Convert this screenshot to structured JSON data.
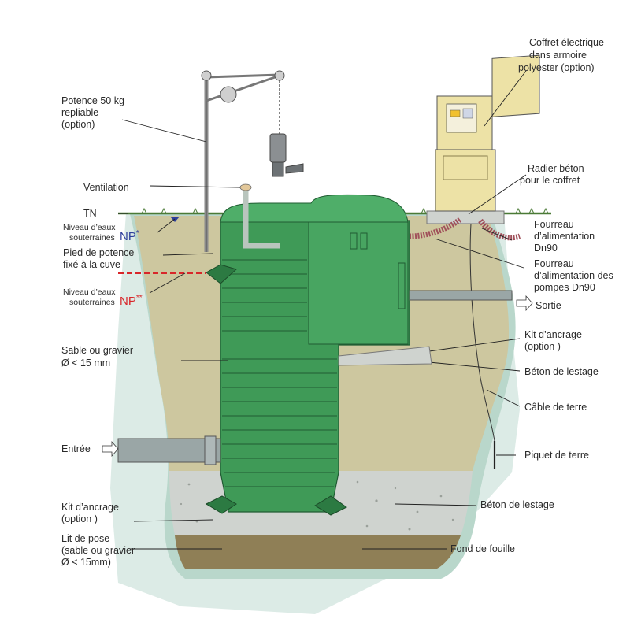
{
  "labels": {
    "coffret": [
      "Coffret électrique",
      "dans armoire",
      "polyester (option)"
    ],
    "potence": [
      "Potence 50 kg",
      "repliable",
      "(option)"
    ],
    "ventilation": "Ventilation",
    "radier": [
      "Radier béton",
      "pour le coffret"
    ],
    "tn": "TN",
    "np1": {
      "text": [
        "Niveau d’eaux",
        "souterraines"
      ],
      "mark": "NP",
      "sup": "*"
    },
    "fourreau_alim": [
      "Fourreau",
      "d’alimentation",
      "Dn90"
    ],
    "pied": [
      "Pied de potence",
      "fixé à la cuve"
    ],
    "fourreau_pompes": [
      "Fourreau",
      "d’alimentation des",
      "pompes Dn90"
    ],
    "np2": {
      "text": [
        "Niveau d’eaux",
        "souterraines"
      ],
      "mark": "NP",
      "sup": "**"
    },
    "sortie": "Sortie",
    "kit_top": [
      "Kit d’ancrage",
      "(option )"
    ],
    "sable": [
      "Sable ou gravier",
      "Ø < 15 mm"
    ],
    "beton_top": "Béton de lestage",
    "cable": "Câble de terre",
    "entree": "Entrée",
    "piquet": "Piquet de terre",
    "kit_bottom": [
      "Kit d’ancrage",
      "(option )"
    ],
    "beton_bottom": "Béton de lestage",
    "lit": [
      "Lit de pose",
      "(sable ou gravier",
      "Ø < 15mm)"
    ],
    "fond": "Fond de fouille"
  },
  "colors": {
    "ground_water": "#dcebe6",
    "sand": "#cdc79f",
    "tank_green": "#3f9a57",
    "tank_dark": "#2c7a42",
    "concrete": "#cfd3cf",
    "bed": "#8f7f56",
    "cabinet": "#ede2a6",
    "np1_color": "#2d3f9b",
    "np2_color": "#d8262a"
  }
}
